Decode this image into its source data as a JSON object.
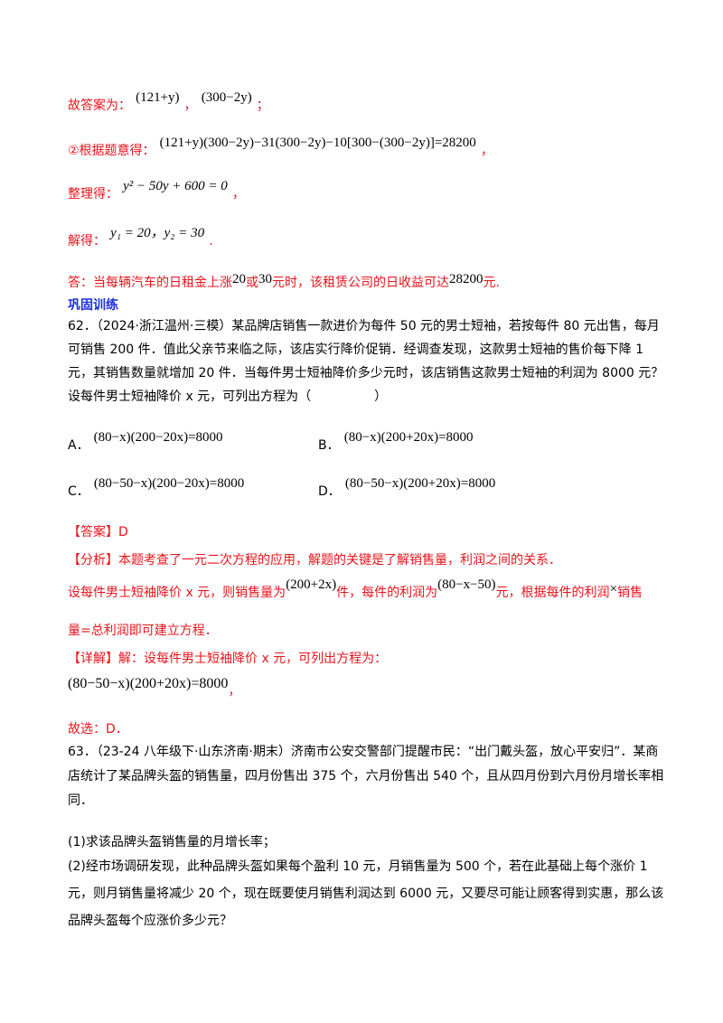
{
  "prev": {
    "answer_label": "故答案为：",
    "answer_expr1": "(121+y)",
    "answer_sep": "，",
    "answer_expr2": "(300−2y)",
    "answer_end": "；",
    "step2_label": "②根据题意得：",
    "step2_expr": "(121+y)(300−2y)−31(300−2y)−10[300−(300−2y)]=28200",
    "step2_end": "，",
    "simplify_label": "整理得：",
    "simplify_expr": "y² − 50y + 600 = 0",
    "simplify_end": "，",
    "solve_label": "解得：",
    "solve_expr": "y₁ = 20，y₂ = 30",
    "solve_end": ".",
    "final_a": "答：当每辆汽车的日租金上涨",
    "final_v1": "20",
    "final_b": "或",
    "final_v2": "30",
    "final_c": "元时，该租赁公司的日收益可达",
    "final_v3": "28200",
    "final_d": "元."
  },
  "section_title": "巩固训练",
  "q62": {
    "text": "62．（2024·浙江温州·三模）某品牌店销售一款进价为每件 50 元的男士短袖，若按每件 80 元出售，每月可销售 200 件．值此父亲节来临之际，该店实行降价促销．经调查发现，这款男士短袖的售价每下降 1 元，其销售数量就增加 20 件．当每件男士短袖降价多少元时，该店销售这款男士短袖的利润为 8000 元？设每件男士短袖降价 x 元，可列出方程为（　　　　　）",
    "options": [
      {
        "label": "A．",
        "expr": "(80−x)(200−20x)=8000"
      },
      {
        "label": "B．",
        "expr": "(80−x)(200+20x)=8000"
      },
      {
        "label": "C．",
        "expr": "(80−50−x)(200−20x)=8000"
      },
      {
        "label": "D．",
        "expr": "(80−50−x)(200+20x)=8000"
      }
    ],
    "answer_tag": "【答案】",
    "answer_value": "D",
    "analysis_tag": "【分析】",
    "analysis_text": "本题考查了一元二次方程的应用，解题的关键是了解销售量，利润之间的关系．",
    "analysis2_a": "设每件男士短袖降价 x 元，则销售量为",
    "analysis2_expr1": "(200+2x)",
    "analysis2_b": "件，每件的利润为",
    "analysis2_expr2": "(80−x−50)",
    "analysis2_c": "元，根据每件的利润",
    "analysis2_times": "×",
    "analysis2_d": "销售",
    "analysis3": "量=总利润即可建立方程．",
    "detail_tag": "【详解】",
    "detail_text": "解：设每件男士短袖降价 x 元，可列出方程为：",
    "detail_expr": "(80−50−x)(200+20x)=8000",
    "detail_end": "，",
    "choose": "故选：D．"
  },
  "q63": {
    "text": "63．（23-24 八年级下·山东济南·期末）济南市公安交警部门提醒市民：“出门戴头盔，放心平安归”．某商店统计了某品牌头盔的销售量，四月份售出 375 个，六月份售出 540 个，且从四月份到六月份月增长率相同．",
    "sub1": "(1)求该品牌头盔销售量的月增长率；",
    "sub2": "(2)经市场调研发现，此种品牌头盔如果每个盈利 10 元，月销售量为 500 个，若在此基础上每个涨价 1 元，则月销售量将减少 20 个，现在既要使月销售利润达到 6000 元，又要尽可能让顾客得到实惠，那么该品牌头盔每个应涨价多少元？"
  }
}
